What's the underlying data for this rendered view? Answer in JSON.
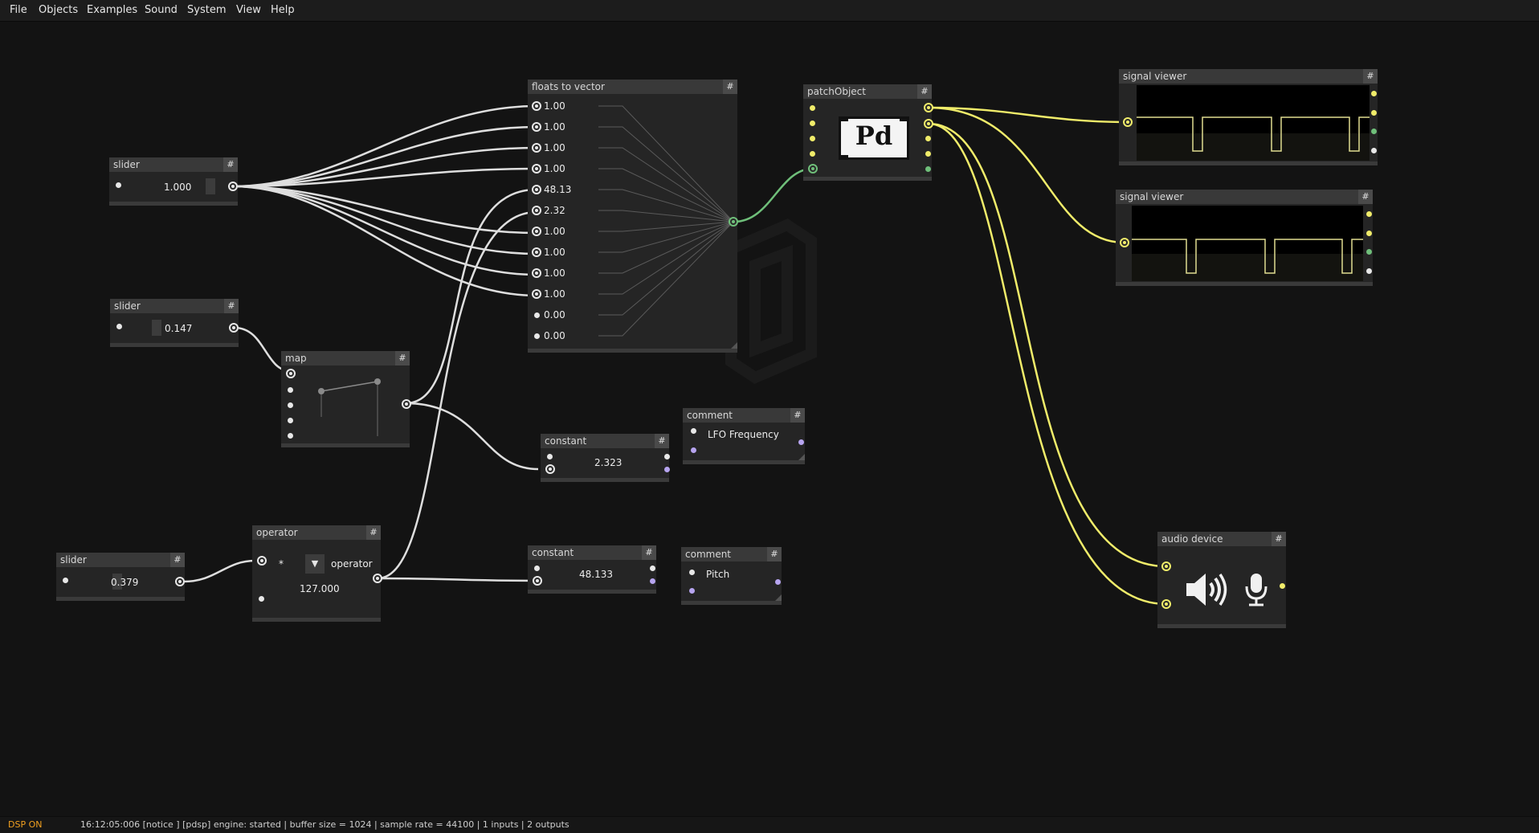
{
  "menu": [
    "File",
    "Objects",
    "Examples",
    "Sound",
    "System",
    "View",
    "Help"
  ],
  "status": {
    "dsp": "DSP ON",
    "log": "16:12:05:006 [notice ] [pdsp] engine: started | buffer size = 1024 | sample rate = 44100 | 1 inputs | 2 outputs"
  },
  "nodes": {
    "slider1": {
      "title": "slider",
      "value": "1.000",
      "level": 1.0
    },
    "slider2": {
      "title": "slider",
      "value": "0.147",
      "level": 0.147
    },
    "slider3": {
      "title": "slider",
      "value": "0.379",
      "level": 0.379
    },
    "map": {
      "title": "map"
    },
    "operator": {
      "title": "operator",
      "symbol": "*",
      "dropdown_label": "operator",
      "value": "127.000"
    },
    "floats": {
      "title": "floats to vector",
      "values": [
        "1.00",
        "1.00",
        "1.00",
        "1.00",
        "48.13",
        "2.32",
        "1.00",
        "1.00",
        "1.00",
        "1.00",
        "0.00",
        "0.00"
      ]
    },
    "patch": {
      "title": "patchObject",
      "logo_text": "Pd"
    },
    "constant1": {
      "title": "constant",
      "value": "2.323"
    },
    "constant2": {
      "title": "constant",
      "value": "48.133"
    },
    "comment1": {
      "title": "comment",
      "text": "LFO Frequency"
    },
    "comment2": {
      "title": "comment",
      "text": "Pitch"
    },
    "viewer1": {
      "title": "signal viewer"
    },
    "viewer2": {
      "title": "signal viewer"
    },
    "audio": {
      "title": "audio device"
    }
  },
  "colors": {
    "background": "#131313",
    "wire_control": "#dedede",
    "wire_audio": "#f0ec6a",
    "wire_vector": "#6fbf7a",
    "dsp_status": "#f0a020"
  },
  "icons": [
    "speaker-icon",
    "microphone-icon",
    "pd-logo-icon"
  ]
}
